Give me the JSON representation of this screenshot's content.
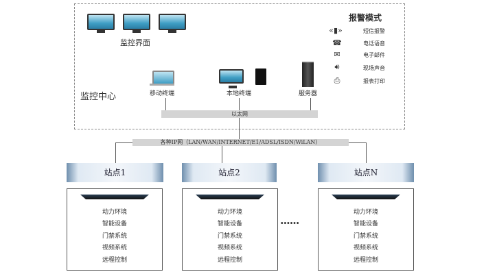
{
  "center": {
    "title": "监控中心",
    "monitor_label": "监控界面",
    "mobile": "移动终端",
    "local": "本地终端",
    "server": "服务器",
    "ethernet": "以太网"
  },
  "alarm": {
    "title": "报警模式",
    "items": [
      {
        "icon": "sms-icon",
        "label": "短信报警"
      },
      {
        "icon": "phone-icon",
        "label": "电话语音"
      },
      {
        "icon": "mail-icon",
        "label": "电子邮件"
      },
      {
        "icon": "speaker-icon",
        "label": "现场声音"
      },
      {
        "icon": "printer-icon",
        "label": "报表打印"
      }
    ]
  },
  "network": "各种IP网（LAN/WAN/INTERNET/E1/ADSL/ISDN/WiLAN）",
  "stations": [
    {
      "name": "站点1"
    },
    {
      "name": "站点2"
    },
    {
      "name": "站点N"
    }
  ],
  "station_items": [
    "动力环境",
    "智能设备",
    "门禁系统",
    "视频系统",
    "远程控制"
  ],
  "ellipsis": "······"
}
